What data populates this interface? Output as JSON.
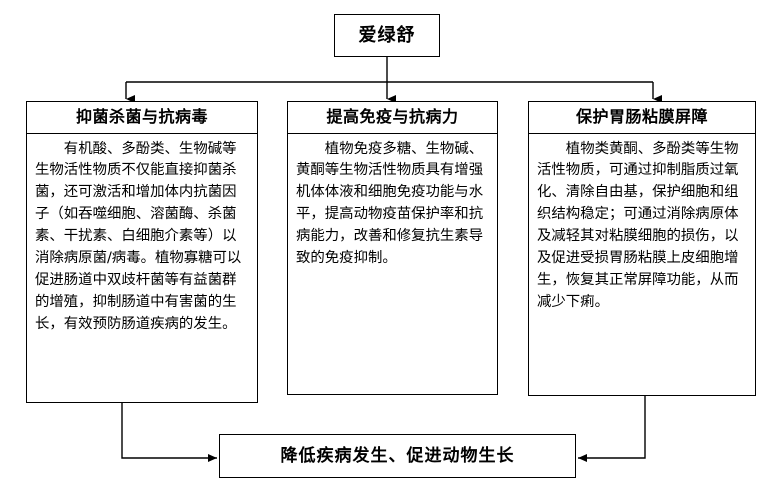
{
  "diagram": {
    "root": {
      "label": "爱绿舒"
    },
    "branches": [
      {
        "header": "抑菌杀菌与抗病毒",
        "body": "有机酸、多酚类、生物碱等生物活性物质不仅能直接抑菌杀菌，还可激活和增加体内抗菌因子（如吞噬细胞、溶菌酶、杀菌素、干扰素、白细胞介素等）以消除病原菌/病毒。植物寡糖可以促进肠道中双歧杆菌等有益菌群的增殖，抑制肠道中有害菌的生长，有效预防肠道疾病的发生。"
      },
      {
        "header": "提高免疫与抗病力",
        "body": "植物免疫多糖、生物碱、黄酮等生物活性物质具有增强机体体液和细胞免疫功能与水平，提高动物疫苗保护率和抗病能力，改善和修复抗生素导致的免疫抑制。"
      },
      {
        "header": "保护胃肠粘膜屏障",
        "body": "植物类黄酮、多酚类等生物活性物质，可通过抑制脂质过氧化、清除自由基，保护细胞和组织结构稳定；可通过消除病原体及减轻其对粘膜细胞的损伤，以及促进受损胃肠粘膜上皮细胞增生，恢复其正常屏障功能，从而减少下痢。"
      }
    ],
    "outcome": {
      "label": "降低疾病发生、促进动物生长"
    },
    "colors": {
      "line": "#000000",
      "background": "#ffffff",
      "text": "#000000"
    }
  }
}
